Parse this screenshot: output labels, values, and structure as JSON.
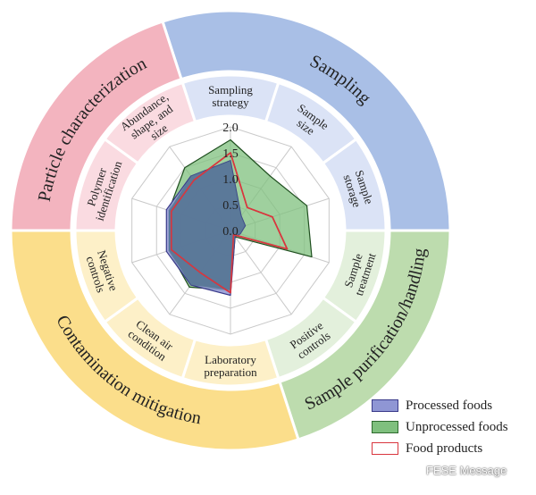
{
  "chart_data": {
    "type": "radar",
    "axes": [
      "Sampling strategy",
      "Sample size",
      "Sample storage",
      "Sample treatment",
      "Positive controls",
      "Laboratory preparation",
      "Clean air condition",
      "Negative controls",
      "Polymer identification",
      "Abundance, shape, and size"
    ],
    "ticks": [
      "0.0",
      "0.5",
      "1.0",
      "1.5",
      "2.0"
    ],
    "rlim": [
      0,
      2
    ],
    "series": [
      {
        "name": "Processed foods",
        "color": "#8f96d4",
        "values": [
          1.35,
          0.35,
          0.3,
          0.2,
          0.15,
          1.25,
          1.3,
          1.3,
          1.3,
          1.3
        ]
      },
      {
        "name": "Unprocessed foods",
        "color": "#7fc07e",
        "values": [
          1.75,
          1.3,
          1.55,
          1.65,
          0.15,
          1.15,
          1.35,
          1.25,
          1.25,
          1.5
        ]
      },
      {
        "name": "Food products",
        "color": "#d9363e",
        "values": [
          1.5,
          0.55,
          0.85,
          1.15,
          0.1,
          1.2,
          1.0,
          1.2,
          1.2,
          1.2
        ]
      }
    ],
    "categories": [
      {
        "name": "Sampling",
        "color": "#a9bfe6",
        "inner": "#dbe3f6"
      },
      {
        "name": "Sample purification/handling",
        "color": "#bddcae",
        "inner": "#e3f0dc"
      },
      {
        "name": "Contamination mitigation",
        "color": "#fbde8b",
        "inner": "#fdf0c8"
      },
      {
        "name": "Particle characterization",
        "color": "#f3b4bf",
        "inner": "#fadbe1"
      }
    ]
  },
  "inner_labels": [
    {
      "lines": [
        "Sampling",
        "strategy"
      ]
    },
    {
      "lines": [
        "Sample",
        "size"
      ]
    },
    {
      "lines": [
        "Sample",
        "storage"
      ]
    },
    {
      "lines": [
        "Sample",
        "treatment"
      ]
    },
    {
      "lines": [
        "Positive",
        "controls"
      ]
    },
    {
      "lines": [
        "Laboratory",
        "preparation"
      ]
    },
    {
      "lines": [
        "Clean air",
        "condition"
      ]
    },
    {
      "lines": [
        "Negative",
        "controls"
      ]
    },
    {
      "lines": [
        "Polymer",
        "identification"
      ]
    },
    {
      "lines": [
        "Abundance,",
        "shape, and",
        "size"
      ]
    }
  ],
  "legend": [
    {
      "label": "Processed foods",
      "fill": "#8f96d4",
      "border": "#3a3a8a"
    },
    {
      "label": "Unprocessed foods",
      "fill": "#7fc07e",
      "border": "#2e6b2e"
    },
    {
      "label": "Food products",
      "fill": "#ffffff",
      "border": "#d9363e"
    }
  ],
  "watermark": "FESE Message"
}
